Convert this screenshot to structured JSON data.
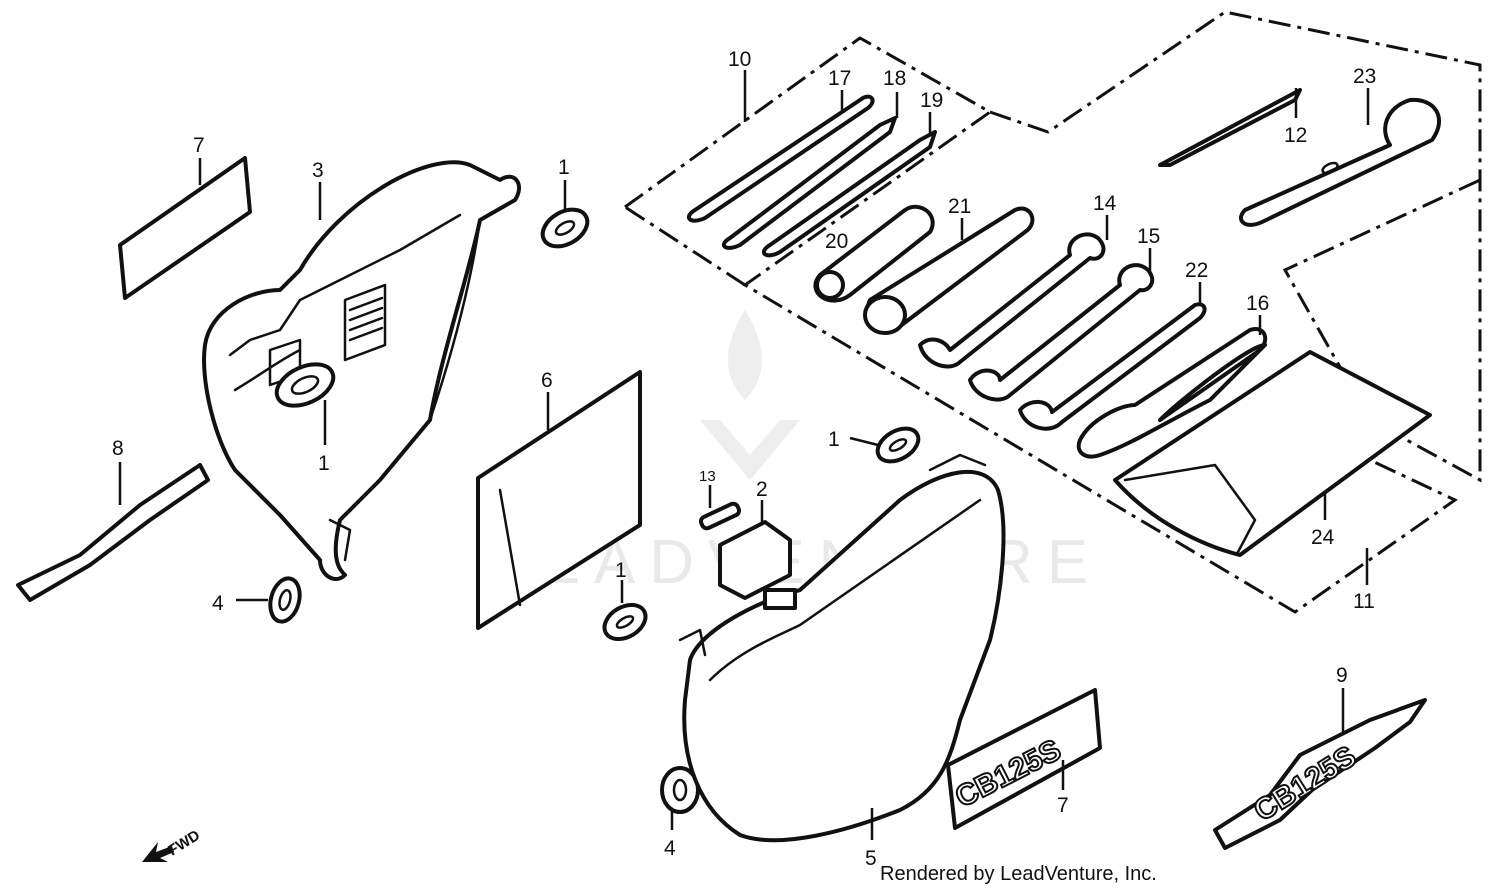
{
  "diagram": {
    "callouts": {
      "c1a": "1",
      "c1b": "1",
      "c1c": "1",
      "c1d": "1",
      "c2": "2",
      "c3": "3",
      "c4a": "4",
      "c4b": "4",
      "c5": "5",
      "c6": "6",
      "c7a": "7",
      "c7b": "7",
      "c8": "8",
      "c9": "9",
      "c10": "10",
      "c11": "11",
      "c12": "12",
      "c13": "13",
      "c14": "14",
      "c15": "15",
      "c16": "16",
      "c17": "17",
      "c18": "18",
      "c19": "19",
      "c20": "20",
      "c21": "21",
      "c22": "22",
      "c23": "23",
      "c24": "24"
    },
    "direction_label": "FWD",
    "emblem_text_7": "CB125S",
    "emblem_text_9": "CB125S",
    "credit": "Rendered by LeadVenture, Inc.",
    "watermark": "LEADVENTURE"
  },
  "colors": {
    "line": "#111111",
    "background": "#ffffff",
    "watermark": "#d8d8d8"
  }
}
